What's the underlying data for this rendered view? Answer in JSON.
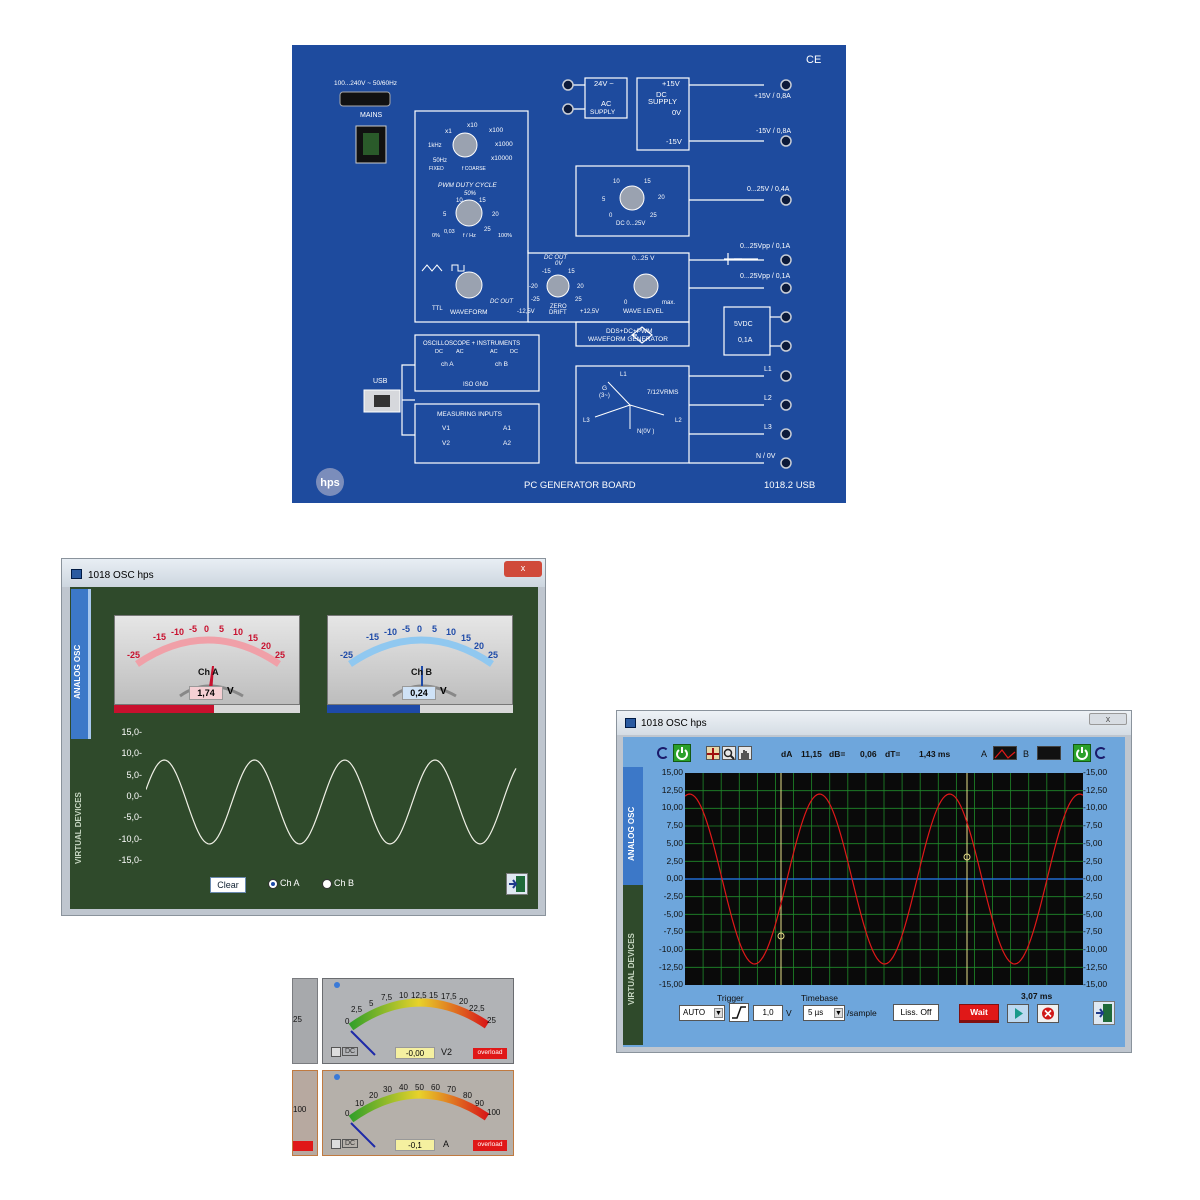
{
  "board": {
    "ce_mark": "CE",
    "mains_rating": "100...240V ~ 50/60Hz",
    "mains_label": "MAINS",
    "ac_supply": [
      "24V ~",
      "AC",
      "SUPPLY"
    ],
    "dc_supply": {
      "top": "+15V",
      "mid": [
        "DC",
        "SUPPLY"
      ],
      "zero": "0V",
      "bottom": "-15V"
    },
    "out_pos15": "+15V / 0,8A",
    "out_neg15": "-15V / 0,8A",
    "multiplier_labels": [
      "x1",
      "x10",
      "x100",
      "x1000",
      "x10000"
    ],
    "freq_labels": [
      "1kHz",
      "50Hz",
      "FIXED",
      "f COARSE"
    ],
    "pwm_title": "PWM DUTY CYCLE",
    "pwm_50": "50%",
    "pwm_scale": [
      "5",
      "10",
      "15",
      "20",
      "25"
    ],
    "pwm_ends": [
      "0%",
      "0,03",
      "f / Hz",
      "100%"
    ],
    "dc_knob_scale": [
      "5",
      "10",
      "15",
      "20",
      "25",
      "0"
    ],
    "dc_knob_label": "DC 0...25V",
    "out_dc25": "0...25V / 0,4A",
    "waveform_label": "WAVEFORM",
    "ttl_label": "TTL",
    "dc_out_top": "DC OUT",
    "dc_out_0v": "0V",
    "dc_out_bottom": "DC OUT",
    "zero_drift": [
      "ZERO",
      "DRIFT"
    ],
    "drift_scale": [
      "-25",
      "-20",
      "-15",
      "15",
      "20",
      "25"
    ],
    "drift_ends": [
      "-12,5V",
      "+12,5V"
    ],
    "wave_level_top": "0...25 V",
    "wave_level": "WAVE LEVEL",
    "wave_level_ends": [
      "0",
      "max."
    ],
    "out_vpp1": "0...25Vpp / 0,1A",
    "out_vpp2": "0...25Vpp / 0,1A",
    "dds_label": [
      "DDS+DC+PWM",
      "WAVEFORM GENERATOR"
    ],
    "supply_5v": [
      "5VDC",
      "0,1A"
    ],
    "osc_box": {
      "title": "OSCILLOSCOPE + INSTRUMENTS",
      "modes": [
        "DC",
        "AC",
        "AC",
        "DC"
      ],
      "cha": "ch A",
      "chb": "ch B",
      "gnd": "ISO GND"
    },
    "usb_label": "USB",
    "measuring": {
      "title": "MEASURING INPUTS",
      "row1": [
        "V1",
        "A1"
      ],
      "row2": [
        "V2",
        "A2"
      ]
    },
    "three_phase": {
      "g": "G",
      "g3": "(3~)",
      "l1": "L1",
      "l2": "L2",
      "l3": "L3",
      "n": "N(0V )",
      "v": "7/12VRMS"
    },
    "out_l1": "L1",
    "out_l2": "L2",
    "out_l3": "L3",
    "out_n": "N / 0V",
    "hps": "hps",
    "board_name": "PC GENERATOR BOARD",
    "model": "1018.2  USB"
  },
  "win1": {
    "title": "1018 OSC  hps",
    "close": "x",
    "tab_analog": "ANALOG OSC",
    "tab_virtual": "VIRTUAL DEVICES",
    "meter_a": {
      "scale": [
        "-25",
        "-15",
        "-10",
        "-5",
        "0",
        "5",
        "10",
        "15",
        "20",
        "25"
      ],
      "label": "Ch A",
      "value": "1,74",
      "unit": "V",
      "color": "#c8102e"
    },
    "meter_b": {
      "scale": [
        "-25",
        "-15",
        "-10",
        "-5",
        "0",
        "5",
        "10",
        "15",
        "20",
        "25"
      ],
      "label": "Ch B",
      "value": "0,24",
      "unit": "V",
      "color": "#1e4aa8"
    },
    "y_axis": [
      "15,0-",
      "10,0-",
      "5,0-",
      "0,0-",
      "-5,0-",
      "-10,0-",
      "-15,0-"
    ],
    "clear": "Clear",
    "radio_a": "Ch A",
    "radio_b": "Ch B"
  },
  "win2": {
    "title": "1018 OSC  hps",
    "close": "x",
    "tab_analog": "ANALOG OSC",
    "tab_virtual": "VIRTUAL DEVICES",
    "meas": {
      "da_label": "dA",
      "da": "11,15",
      "db_label": "dB=",
      "db": "0,06",
      "dt_label": "dT=",
      "dt": "1,43 ms"
    },
    "chan_a": "A",
    "chan_b": "B",
    "y_left": [
      "15,00",
      "12,50",
      "10,00",
      "7,50",
      "5,00",
      "2,50",
      "0,00",
      "-2,50",
      "-5,00",
      "-7,50",
      "-10,00",
      "-12,50",
      "-15,00"
    ],
    "y_right": [
      "-15,00",
      "-12,50",
      "-10,00",
      "-7,50",
      "-5,00",
      "-2,50",
      "-0,00",
      "-2,50",
      "-5,00",
      "-7,50",
      "-10,00",
      "-12,50",
      "-15,00"
    ],
    "trigger_label": "Trigger",
    "trigger_mode": "AUTO",
    "trigger_level": "1,0",
    "trigger_unit": "V",
    "timebase_label": "Timebase",
    "timebase": "5 µs",
    "per_sample": "/sample",
    "liss": "Liss. Off",
    "wait": "Wait",
    "time_readout": "3,07 ms"
  },
  "meters": {
    "left_a": "25",
    "left_b": "100",
    "v2": {
      "scale": [
        "0",
        "2,5",
        "5",
        "7,5",
        "10",
        "12,5",
        "15",
        "17,5",
        "20",
        "22,5",
        "25"
      ],
      "value": "-0,00",
      "unit": "V2",
      "dc": "DC",
      "overload": "overload"
    },
    "a": {
      "scale": [
        "0",
        "10",
        "20",
        "30",
        "40",
        "50",
        "60",
        "70",
        "80",
        "90",
        "100"
      ],
      "value": "-0,1",
      "unit": "A",
      "dc": "DC",
      "overload": "overload"
    }
  },
  "colors": {
    "board": "#1e4b9e",
    "osc_bg": "#2f4a2b",
    "scope_bg": "#0a0a0a",
    "trace_red": "#e01818",
    "panel_blue": "#6ea6dc"
  }
}
